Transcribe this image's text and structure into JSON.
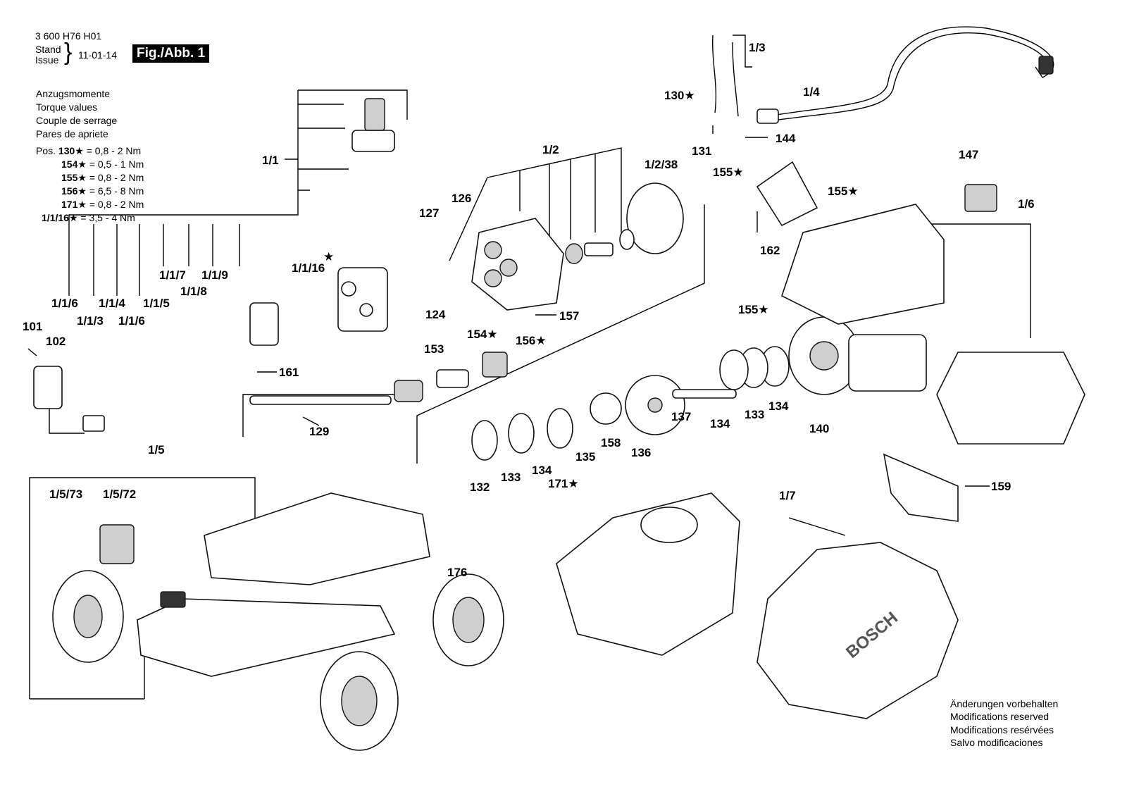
{
  "header": {
    "part_number": "3 600 H76 H01",
    "stand_label": "Stand",
    "issue_label": "Issue",
    "date": "11-01-14",
    "figure_label": "Fig./Abb. 1"
  },
  "torque": {
    "titles": [
      "Anzugsmomente",
      "Torque values",
      "Couple de serrage",
      "Pares de apriete"
    ],
    "pos_label": "Pos.",
    "star": "★",
    "rows": [
      {
        "pos": "130",
        "value": "= 0,8 - 2 Nm"
      },
      {
        "pos": "154",
        "value": "= 0,5 - 1 Nm"
      },
      {
        "pos": "155",
        "value": "= 0,8 - 2 Nm"
      },
      {
        "pos": "156",
        "value": "= 6,5 - 8 Nm"
      },
      {
        "pos": "171",
        "value": "= 0,8 - 2 Nm"
      },
      {
        "pos": "1/1/16",
        "value": "= 3,5 - 4 Nm"
      }
    ]
  },
  "labels": {
    "l_1_3": "1/3",
    "l_130": "130",
    "l_1_4": "1/4",
    "l_131": "131",
    "l_144": "144",
    "l_147": "147",
    "l_155a": "155",
    "l_155b": "155",
    "l_155c": "155",
    "l_1_6": "1/6",
    "l_162": "162",
    "l_1_1": "1/1",
    "l_1_2": "1/2",
    "l_1_2_38": "1/2/38",
    "l_126": "126",
    "l_127": "127",
    "l_1_1_16": "1/1/16",
    "l_1_1_7": "1/1/7",
    "l_1_1_9": "1/1/9",
    "l_1_1_8": "1/1/8",
    "l_1_1_6a": "1/1/6",
    "l_1_1_4": "1/1/4",
    "l_1_1_5": "1/1/5",
    "l_1_1_3": "1/1/3",
    "l_1_1_6b": "1/1/6",
    "l_101": "101",
    "l_102": "102",
    "l_124": "124",
    "l_157": "157",
    "l_154": "154",
    "l_156": "156",
    "l_153": "153",
    "l_161": "161",
    "l_129": "129",
    "l_132": "132",
    "l_133a": "133",
    "l_134a": "134",
    "l_135": "135",
    "l_158": "158",
    "l_136": "136",
    "l_137": "137",
    "l_134b": "134",
    "l_133b": "133",
    "l_134c": "134",
    "l_140": "140",
    "l_159": "159",
    "l_171": "171",
    "l_1_7": "1/7",
    "l_1_5": "1/5",
    "l_1_5_73": "1/5/73",
    "l_1_5_72": "1/5/72",
    "l_176": "176",
    "brand": "BOSCH"
  },
  "notes": [
    "Änderungen vorbehalten",
    "Modifications reserved",
    "Modifications resérvées",
    "Salvo modificaciones"
  ]
}
